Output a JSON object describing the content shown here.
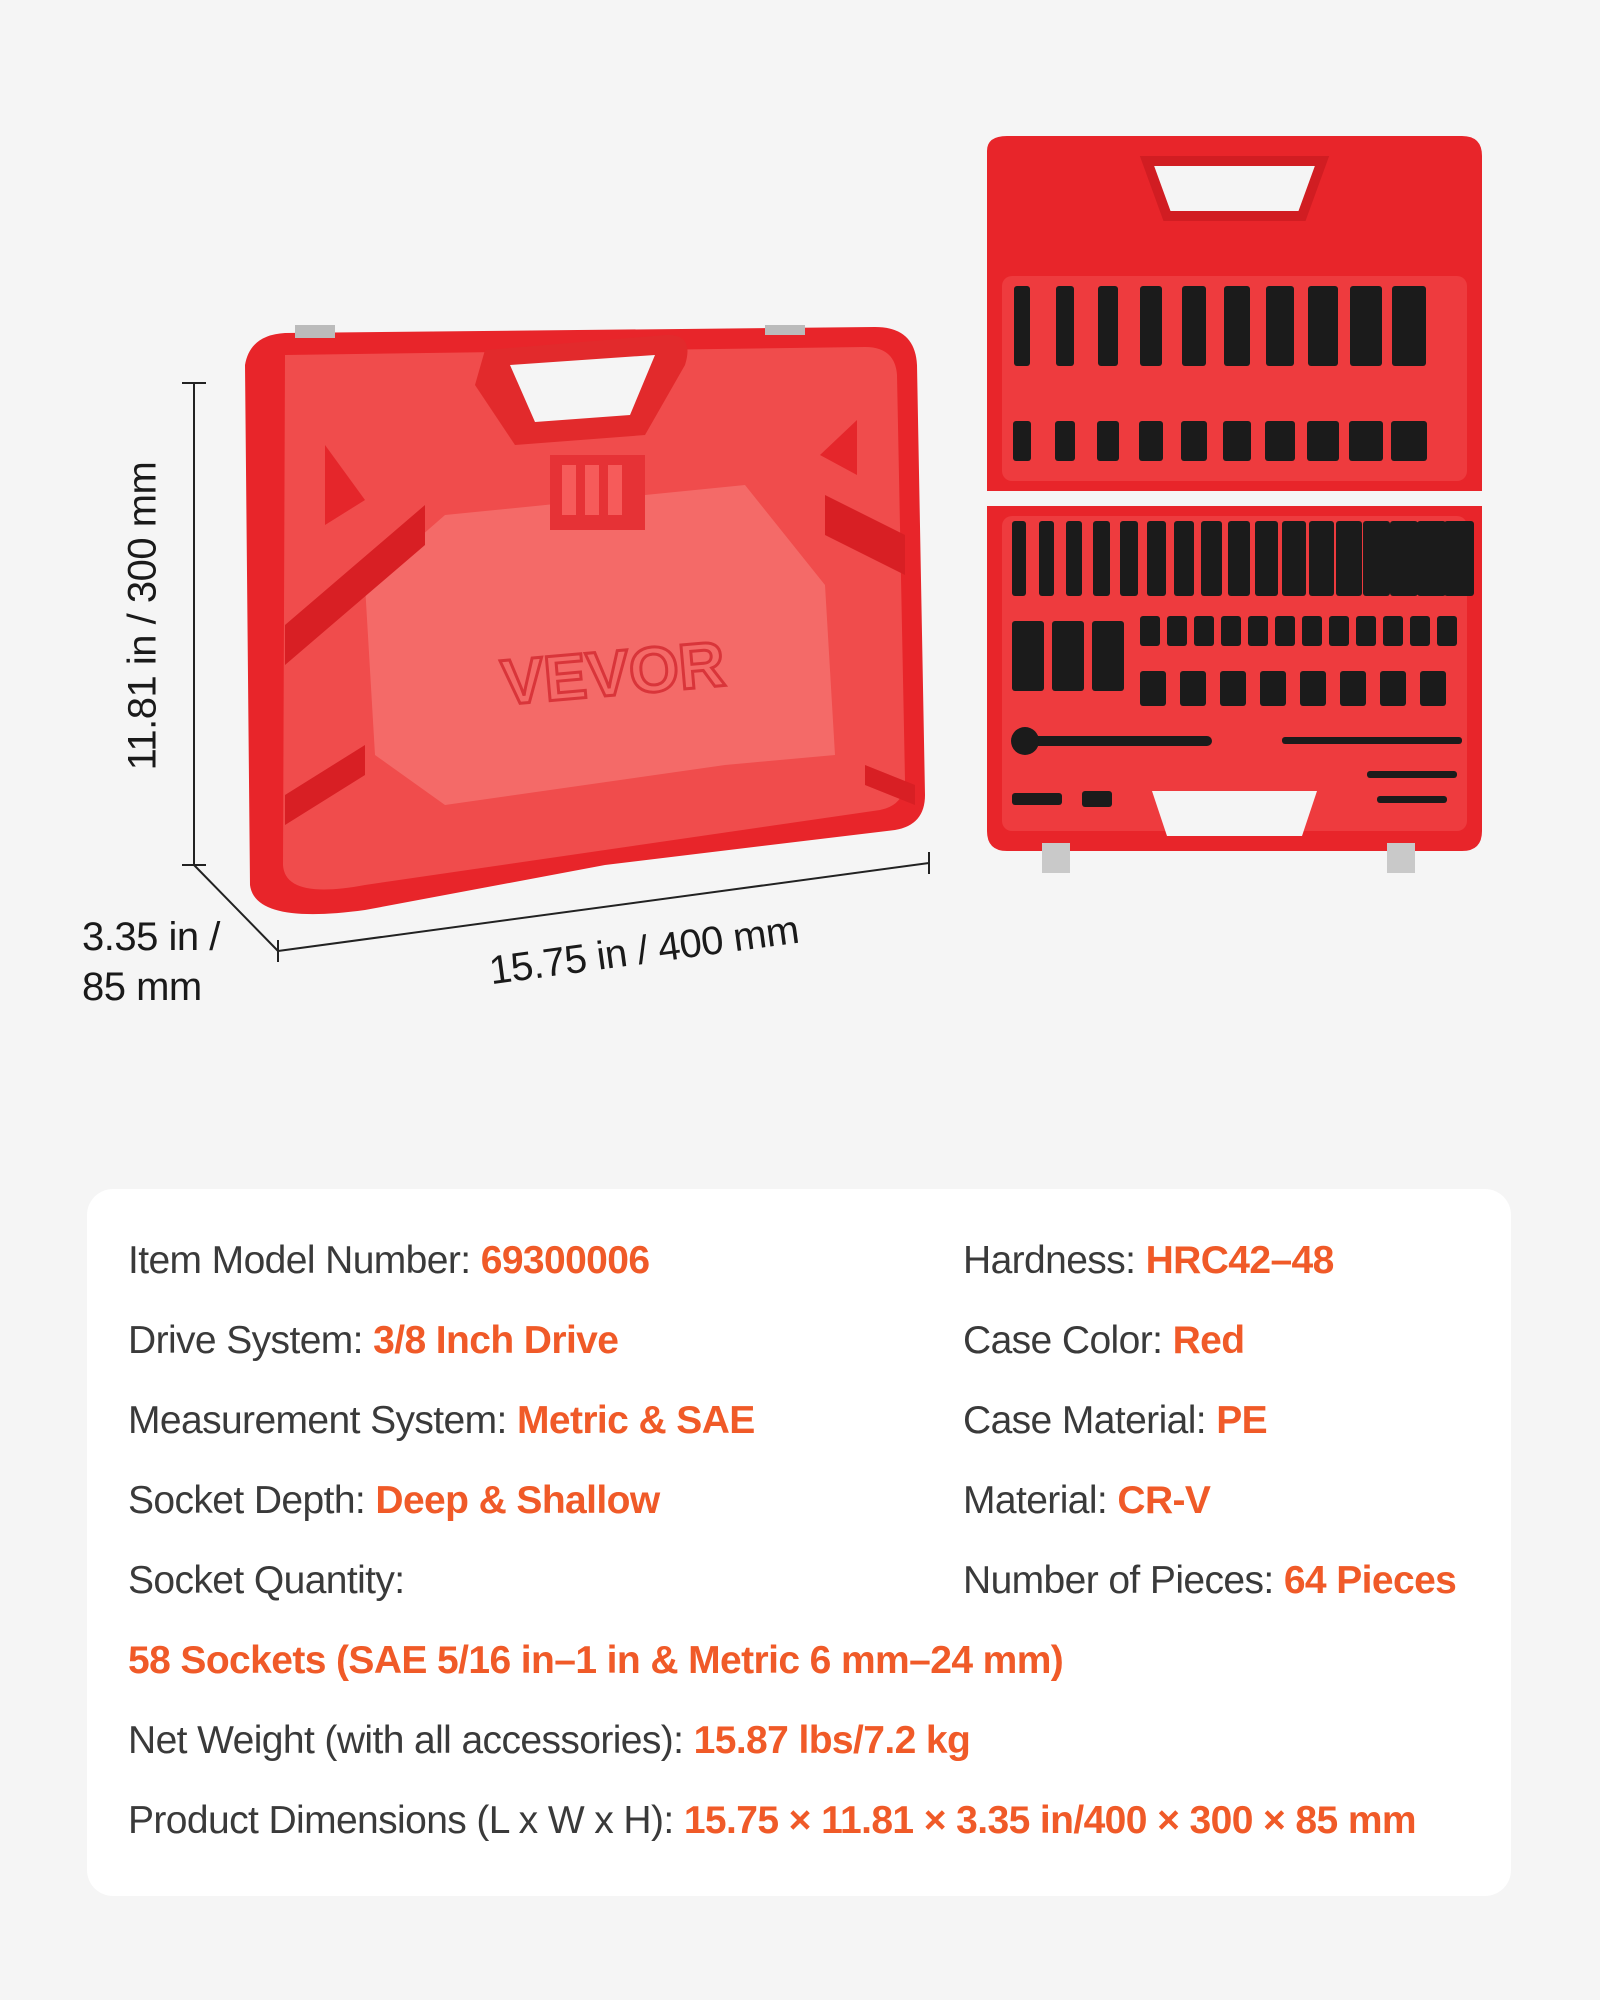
{
  "brand": "VEVOR",
  "dimensions": {
    "height": "11.81 in / 300 mm",
    "width": "15.75 in / 400 mm",
    "depth_line1": "3.35 in /",
    "depth_line2": "85 mm"
  },
  "colors": {
    "accent": "#f05a28",
    "case": "#e8252a",
    "label": "#3a3a3a"
  },
  "specs": {
    "model": {
      "label": "Item Model Number: ",
      "value": "69300006"
    },
    "hardness": {
      "label": "Hardness: ",
      "value": "HRC42–48"
    },
    "drive": {
      "label": "Drive System: ",
      "value": "3/8 Inch Drive"
    },
    "case_color": {
      "label": "Case Color: ",
      "value": "Red"
    },
    "measurement": {
      "label": "Measurement System: ",
      "value": "Metric & SAE"
    },
    "case_material": {
      "label": "Case Material: ",
      "value": "PE"
    },
    "depth": {
      "label": "Socket Depth: ",
      "value": "Deep & Shallow"
    },
    "material": {
      "label": "Material: ",
      "value": "CR-V"
    },
    "quantity": {
      "label": "Socket Quantity:",
      "value": "58 Sockets (SAE 5/16 in–1 in & Metric 6 mm–24 mm)"
    },
    "pieces": {
      "label": "Number of Pieces: ",
      "value": "64 Pieces"
    },
    "weight": {
      "label": "Net Weight (with all accessories): ",
      "value": "15.87 lbs/7.2 kg"
    },
    "product_dims": {
      "label": "Product Dimensions (L x W x H): ",
      "value": "15.75 × 11.81 × 3.35 in/400 × 300 × 85 mm"
    }
  }
}
